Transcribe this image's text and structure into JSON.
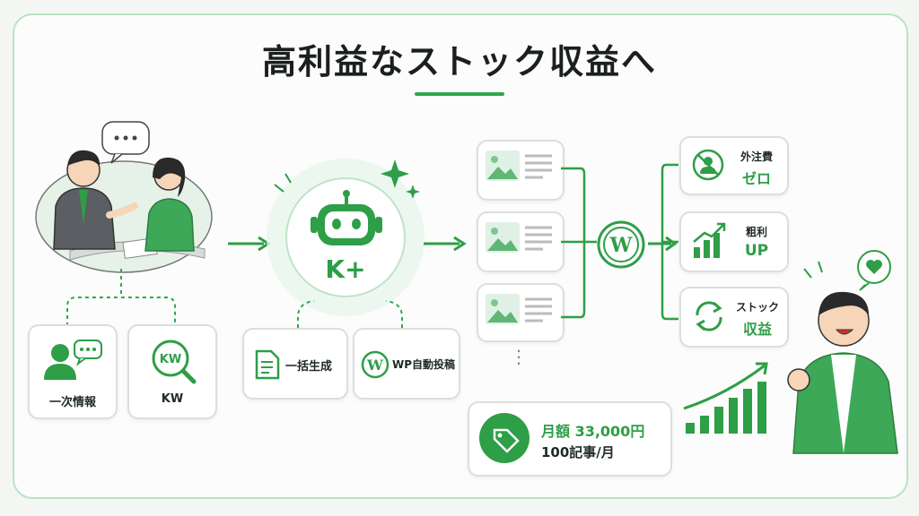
{
  "title": "高利益なストック収益へ",
  "colors": {
    "accent": "#2ea84c",
    "border": "#b9e2c3",
    "text": "#1f2a24"
  },
  "inputs": [
    {
      "label": "一次情報",
      "icon": "person-chat-icon"
    },
    {
      "label": "KW",
      "icon": "keyword-search-icon"
    }
  ],
  "engine": {
    "badge": "K+",
    "icon": "robot-icon"
  },
  "features": [
    {
      "label": "一括生成",
      "icon": "document-icon"
    },
    {
      "label": "WP自動投稿",
      "icon": "wordpress-icon"
    }
  ],
  "articles": {
    "count_icons": 3,
    "more": "⋮"
  },
  "price": {
    "line1": "月額 33,000円",
    "line2": "100記事/月"
  },
  "benefits": [
    {
      "line1": "外注費",
      "line2": "ゼロ",
      "icon": "no-outsourcing-icon"
    },
    {
      "line1": "粗利",
      "line2": "UP",
      "icon": "growth-chart-icon"
    },
    {
      "line1": "ストック",
      "line2": "収益",
      "icon": "cycle-arrows-icon"
    }
  ]
}
